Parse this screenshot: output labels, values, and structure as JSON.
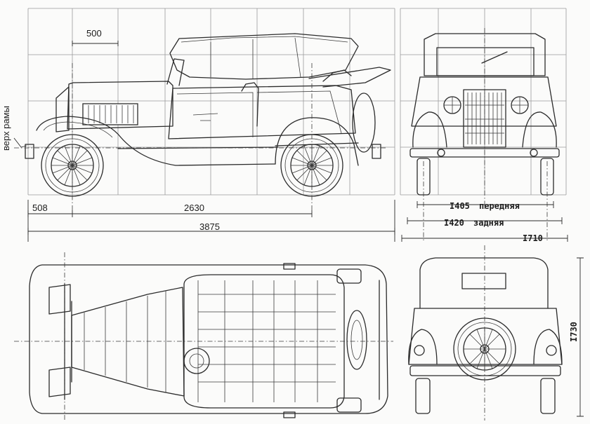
{
  "labels": {
    "dim_500": "500",
    "dim_508": "508",
    "dim_2630": "2630",
    "dim_3875": "3875",
    "dim_1405": "I405",
    "dim_1405_word": "передняя",
    "dim_1420": "I420",
    "dim_1420_word": "задняя",
    "dim_1710": "I710",
    "dim_1730": "I730",
    "frame_top": "верх рамы"
  },
  "colors": {
    "ink": "#2b2b2b",
    "grid": "#9a9a9a",
    "paper": "#fbfbfa"
  }
}
